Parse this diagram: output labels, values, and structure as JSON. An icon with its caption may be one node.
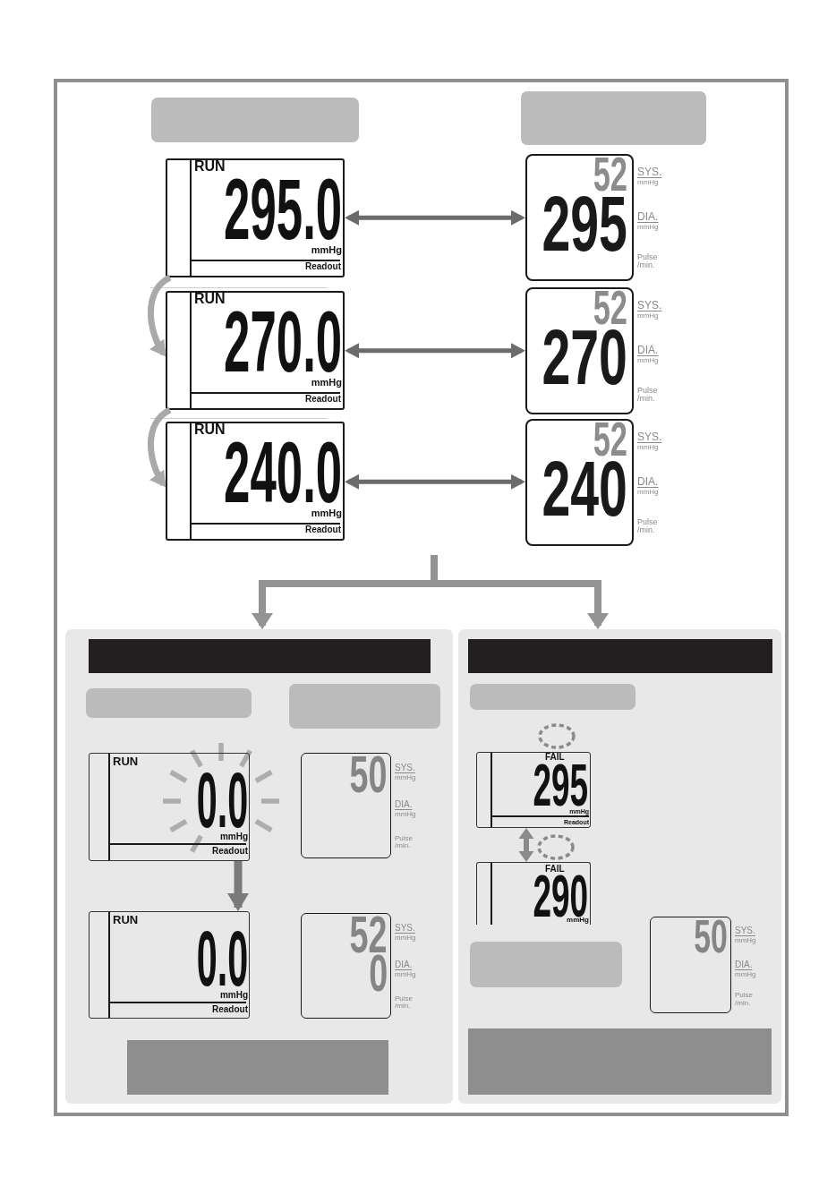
{
  "diagram": {
    "nodes": [
      {
        "text": [],
        "shape": "box"
      },
      {
        "text": [],
        "shape": "box"
      },
      {
        "text": [
          "RUN",
          "295.0",
          "mmHg",
          "Readout"
        ]
      },
      {
        "text": [
          "52",
          "295"
        ],
        "beside": [
          "SYS.",
          "mmHg",
          "DIA.",
          "mmHg",
          "Pulse /min."
        ]
      },
      {
        "text": [
          "RUN",
          "270.0",
          "mmHg",
          "Readout"
        ]
      },
      {
        "text": [
          "52",
          "270"
        ],
        "beside": [
          "SYS.",
          "mmHg",
          "DIA.",
          "mmHg",
          "Pulse /min."
        ]
      },
      {
        "text": [
          "RUN",
          "240.0",
          "mmHg",
          "Readout"
        ]
      },
      {
        "text": [
          "52",
          "240"
        ],
        "beside": [
          "SYS.",
          "mmHg",
          "DIA.",
          "mmHg",
          "Pulse /min."
        ]
      },
      {
        "text": [],
        "shape": "box"
      },
      {
        "text": [],
        "shape": "bar",
        "in": 8
      },
      {
        "text": [],
        "shape": "box",
        "in": 8
      },
      {
        "text": [],
        "shape": "box",
        "in": 8
      },
      {
        "text": [
          "RUN",
          "0.0",
          "mmHg",
          "Readout"
        ],
        "in": 8
      },
      {
        "text": [
          "50"
        ],
        "beside": [
          "SYS.",
          "mmHg",
          "DIA.",
          "mmHg",
          "Pulse /min."
        ],
        "in": 8
      },
      {
        "text": [
          "RUN",
          "0.0",
          "mmHg",
          "Readout"
        ],
        "in": 8
      },
      {
        "text": [
          "52",
          "0"
        ],
        "beside": [
          "SYS.",
          "mmHg",
          "DIA.",
          "mmHg",
          "Pulse /min."
        ],
        "in": 8
      },
      {
        "text": [],
        "shape": "bar",
        "in": 8
      },
      {
        "text": [],
        "shape": "box"
      },
      {
        "text": [],
        "shape": "bar",
        "in": 17
      },
      {
        "text": [],
        "shape": "box",
        "in": 17
      },
      {
        "text": [
          "FAIL",
          "295",
          "mmHg",
          "Readout"
        ],
        "in": 17
      },
      {
        "text": [
          "FAIL",
          "290",
          "mmHg"
        ],
        "in": 17
      },
      {
        "text": [],
        "shape": "box",
        "in": 17
      },
      {
        "text": [
          "50"
        ],
        "beside": [
          "SYS.",
          "mmHg",
          "DIA.",
          "mmHg",
          "Pulse /min."
        ],
        "in": 17
      },
      {
        "text": [],
        "shape": "bar",
        "in": 17
      }
    ],
    "edges": [
      {
        "from": 2,
        "to": 3,
        "arrow": "both"
      },
      {
        "from": 2,
        "to": 4,
        "arrow": "to",
        "color": "#a9a9a9"
      },
      {
        "from": 4,
        "to": 5,
        "arrow": "both"
      },
      {
        "from": 4,
        "to": 6,
        "arrow": "to",
        "color": "#a9a9a9"
      },
      {
        "from": 6,
        "to": 7,
        "arrow": "both"
      },
      {
        "from": null,
        "to": 8,
        "arrow": "to",
        "color": "#939393"
      },
      {
        "from": null,
        "to": 17,
        "arrow": "to",
        "color": "#939393"
      },
      {
        "from": 12,
        "to": 14,
        "arrow": "to",
        "color": "#7a7a7a"
      },
      {
        "from": 20,
        "to": 21,
        "arrow": "both",
        "color": "#8a8a8a"
      }
    ]
  }
}
